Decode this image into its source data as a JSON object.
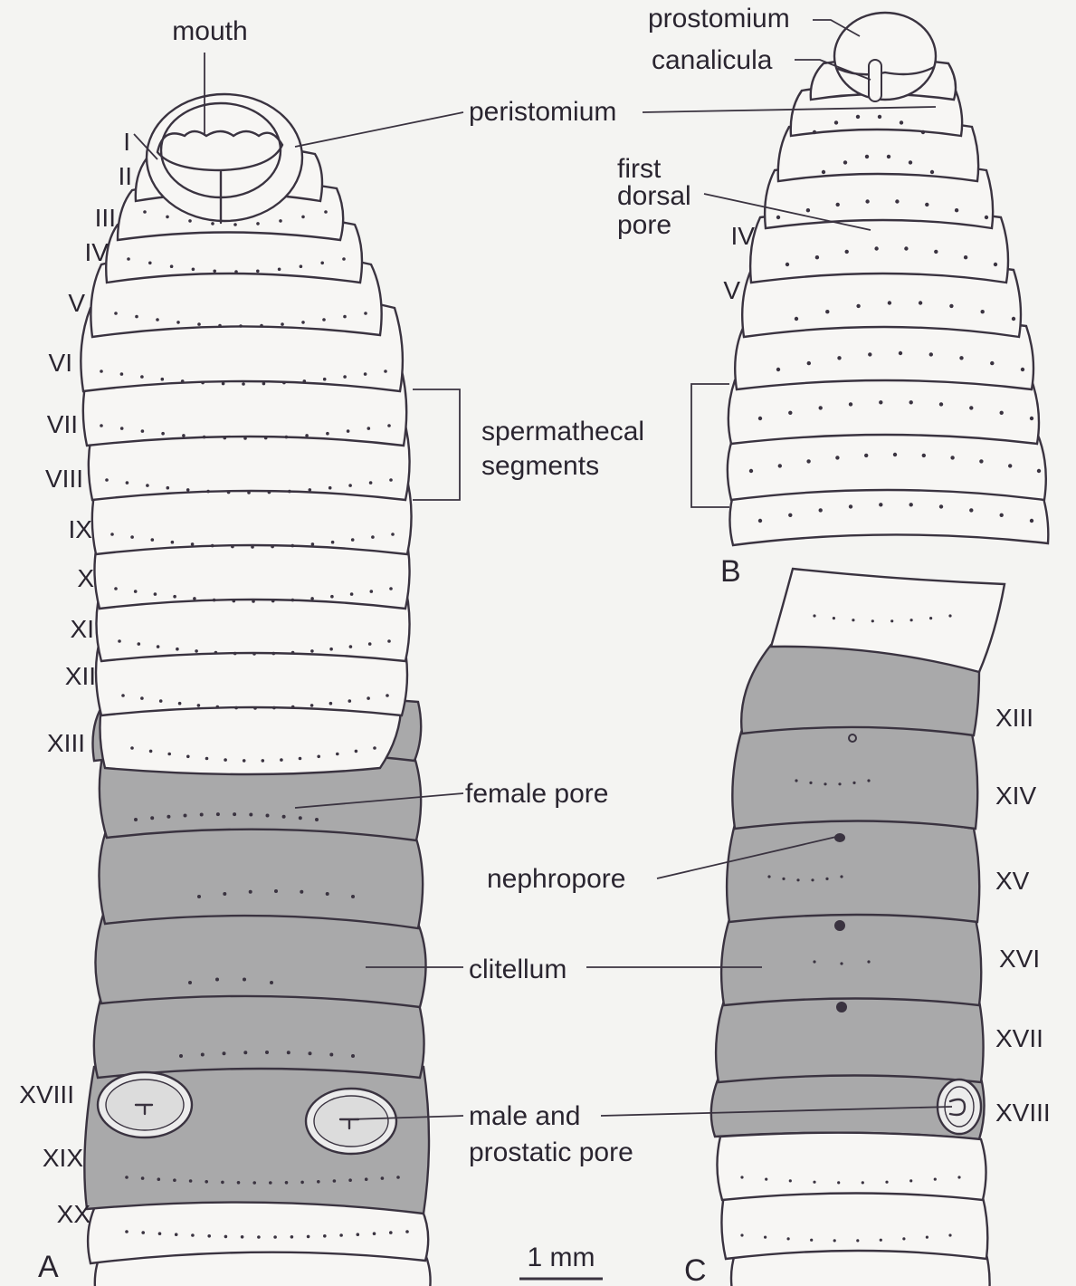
{
  "panels": {
    "a": "A",
    "b": "B",
    "c": "C"
  },
  "labels": {
    "mouth": "mouth",
    "peristomium": "peristomium",
    "prostomium": "prostomium",
    "canalicula": "canalicula",
    "first_dorsal_pore": [
      "first",
      "dorsal",
      "pore"
    ],
    "spermathecal_segments": [
      "spermathecal",
      "segments"
    ],
    "female_pore": "female pore",
    "nephropore": "nephropore",
    "clitellum": "clitellum",
    "male_and_prostatic_pore": [
      "male and",
      "prostatic pore"
    ]
  },
  "segments_a": [
    "I",
    "II",
    "III",
    "IV",
    "V",
    "VI",
    "VII",
    "VIII",
    "IX",
    "X",
    "XI",
    "XII",
    "XIII",
    "XVIII",
    "XIX",
    "XX"
  ],
  "segments_b": [
    "IV",
    "V"
  ],
  "segments_c": [
    "XIII",
    "XIV",
    "XV",
    "XVI",
    "XVII",
    "XVIII"
  ],
  "scale_bar": "1 mm"
}
